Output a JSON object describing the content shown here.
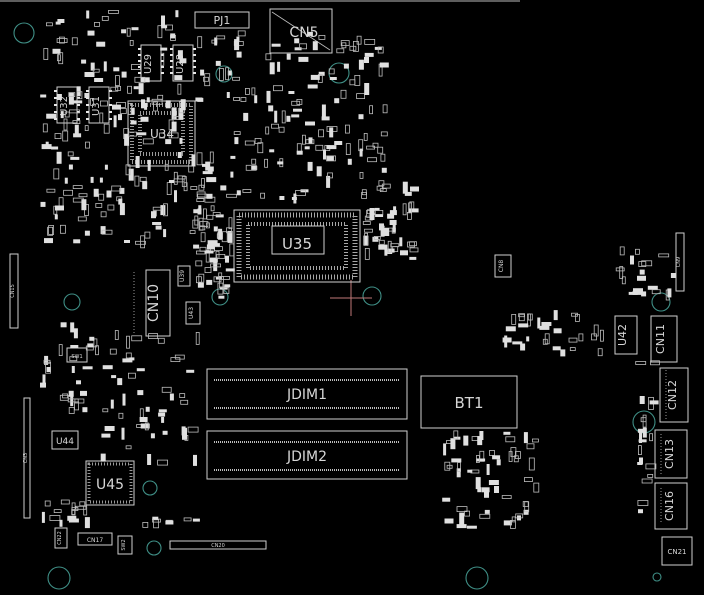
{
  "board": {
    "title": "",
    "background": "#000000",
    "silkscreen_color": "#d6d6d6",
    "mount_hole_color": "#3f8f86",
    "marker_color": "#c07878"
  },
  "components": {
    "pj1": "PJ1",
    "cn5": "CN5",
    "u29": "U29",
    "u28": "U28",
    "u32": "U32",
    "u31": "U31",
    "u34": "U34",
    "u35": "U35",
    "cn10": "CN10",
    "u39": "U39",
    "u43": "U43",
    "cn8": "CN8",
    "u42": "U42",
    "cn11": "CN11",
    "cn12": "CN12",
    "jdim1": "JDIM1",
    "jdim2": "JDIM2",
    "bt1": "BT1",
    "cn13": "CN13",
    "cn16": "CN16",
    "cn21": "CN21",
    "u44": "U44",
    "u45": "U45",
    "cn17": "CN17",
    "sw1": "SW1",
    "sw2": "SW2",
    "cn20": "CN20",
    "cn15": "CN15",
    "cn3": "CN3",
    "cn22": "CN22",
    "cn9": "CN9"
  }
}
